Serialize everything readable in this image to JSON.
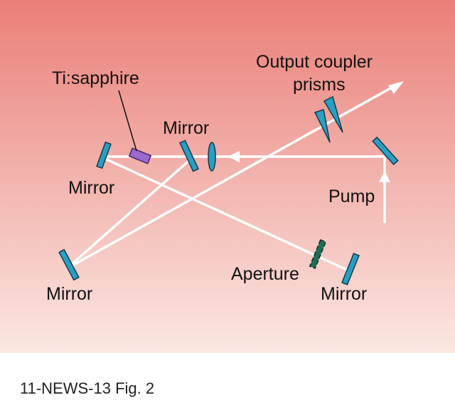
{
  "diagram": {
    "labels": {
      "ti_sapphire": "Ti:sapphire",
      "output_coupler_line1": "Output coupler",
      "output_coupler_line2": "prisms",
      "mirror_top": "Mirror",
      "mirror_left": "Mirror",
      "pump": "Pump",
      "aperture": "Aperture",
      "mirror_bottom_left": "Mirror",
      "mirror_bottom_right": "Mirror"
    },
    "caption": "11-NEWS-13  Fig. 2",
    "colors": {
      "background_top": "#ea7f78",
      "background_bottom": "#fbe7e2",
      "beam": "#ffffff",
      "optic": "#2a9fc4",
      "crystal": "#9a6ad0",
      "aperture": "#1f6f55",
      "outline": "#123a4a"
    }
  }
}
